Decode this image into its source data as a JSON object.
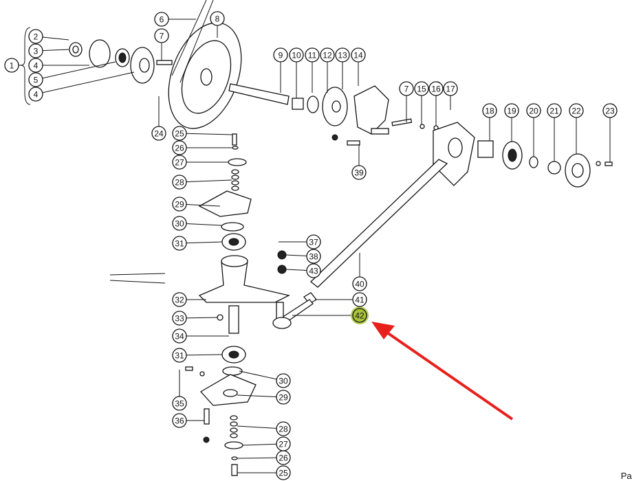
{
  "diagram": {
    "callouts": [
      "1",
      "2",
      "3",
      "4",
      "5",
      "4",
      "6",
      "7",
      "8",
      "9",
      "10",
      "11",
      "12",
      "13",
      "14",
      "7",
      "15",
      "16",
      "17",
      "18",
      "19",
      "20",
      "21",
      "22",
      "23",
      "24",
      "39",
      "25",
      "26",
      "27",
      "28",
      "29",
      "30",
      "31",
      "37",
      "38",
      "43",
      "40",
      "41",
      "42",
      "32",
      "33",
      "34",
      "31",
      "30",
      "29",
      "35",
      "36",
      "28",
      "27",
      "26",
      "25"
    ],
    "highlighted_callout": "42",
    "highlight_color": "#a8c23a",
    "arrow_color": "#e8201c",
    "corner_text": "Par"
  }
}
